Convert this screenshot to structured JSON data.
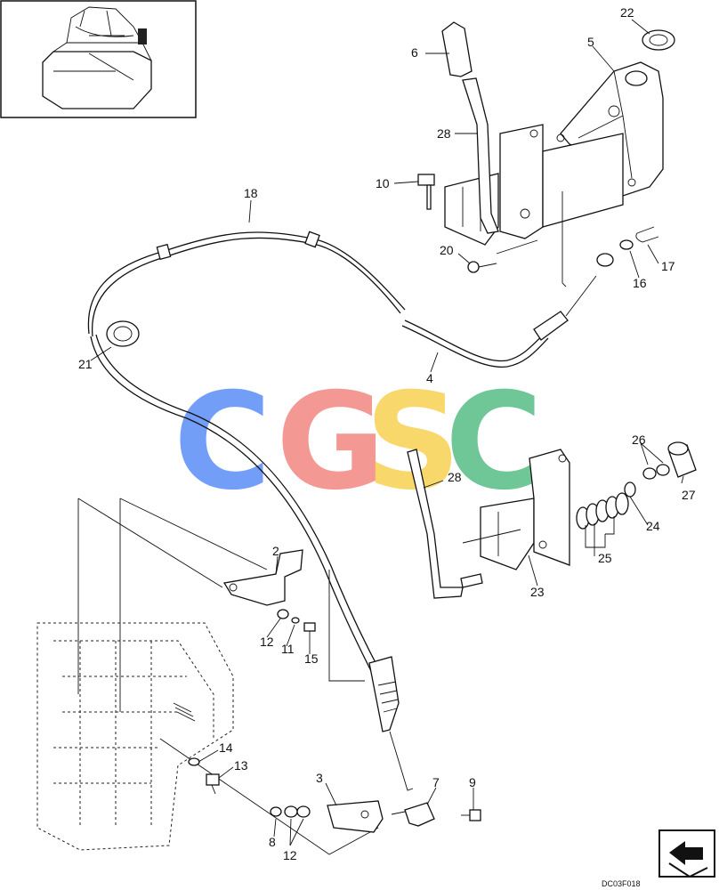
{
  "diagram_code": "DC03F018",
  "watermark": {
    "letters": [
      {
        "char": "C",
        "color": "#4f86f7"
      },
      {
        "char": "G",
        "color": "#f27f7a"
      },
      {
        "char": "S",
        "color": "#f7cf45"
      },
      {
        "char": "C",
        "color": "#4cba7e"
      }
    ]
  },
  "callouts": {
    "c2": "2",
    "c3": "3",
    "c4": "4",
    "c5": "5",
    "c6": "6",
    "c7": "7",
    "c8": "8",
    "c9": "9",
    "c10": "10",
    "c11": "11",
    "c12a": "12",
    "c12b": "12",
    "c13": "13",
    "c14": "14",
    "c15": "15",
    "c16": "16",
    "c17": "17",
    "c18": "18",
    "c20": "20",
    "c21": "21",
    "c22": "22",
    "c23": "23",
    "c24": "24",
    "c25": "25",
    "c26": "26",
    "c27": "27",
    "c28a": "28",
    "c28b": "28"
  },
  "icons": [
    "machine-thumbnail-icon",
    "next-page-arrow-icon"
  ]
}
